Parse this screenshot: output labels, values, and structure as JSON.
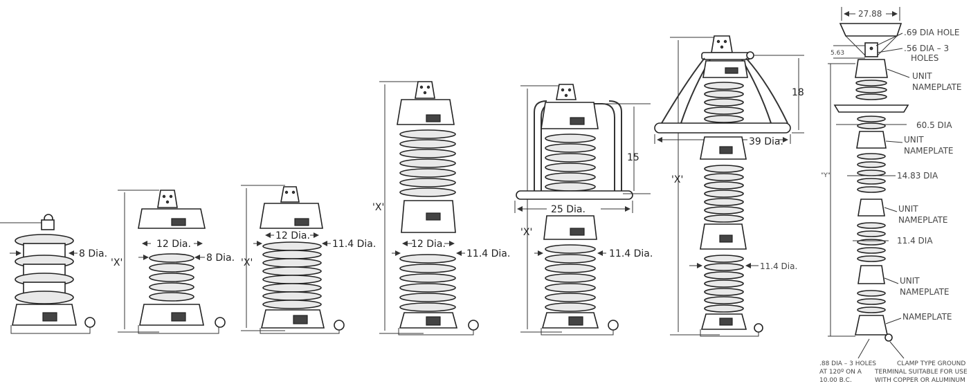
{
  "labels": {
    "u1_dia": "8 Dia.",
    "u2_top": "12 Dia.",
    "u2_dia": "8 Dia.",
    "u2_x": "'X'",
    "u3_top": "12 Dia.",
    "u3_dia": "11.4 Dia.",
    "u3_x": "'X'",
    "u4_mid": "12 Dia.",
    "u4_dia": "11.4 Dia.",
    "u4_x": "'X'",
    "u5_ring": "25 Dia.",
    "u5_h": "15",
    "u5_dia": "11.4 Dia.",
    "u5_x": "'X'",
    "u6_ring": "39 Dia.",
    "u6_h": "18",
    "u6_dia": "11.4 Dia.",
    "u6_x": "'X'",
    "u7_top": "27.88",
    "u7_hole": ".69 DIA HOLE",
    "u7_holes1": ".56 DIA – 3",
    "u7_holes2": "HOLES",
    "u7_563": "5.63",
    "u7_np1a": "UNIT",
    "u7_np1b": "NAMEPLATE",
    "u7_605": "60.5 DIA",
    "u7_np2a": "UNIT",
    "u7_np2b": "NAMEPLATE",
    "u7_1483": "14.83 DIA",
    "u7_x": "\"Y\"",
    "u7_np3a": "UNIT",
    "u7_np3b": "NAMEPLATE",
    "u7_114": "11.4 DIA",
    "u7_np4a": "UNIT",
    "u7_np4b": "NAMEPLATE",
    "u7_np5": "NAMEPLATE",
    "u7_base1": ".88 DIA – 3 HOLES",
    "u7_base2": "AT 120º ON A",
    "u7_base3": "10.00 B.C.",
    "u7_clamp1": "CLAMP TYPE GROUND",
    "u7_clamp2": "TERMINAL SUITABLE FOR USE",
    "u7_clamp3": "WITH COPPER OR ALUMINUM"
  }
}
